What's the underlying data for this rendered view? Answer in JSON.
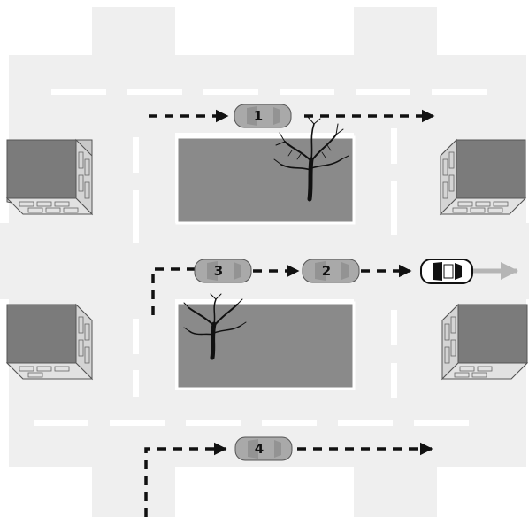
{
  "cars": [
    {
      "label": "1",
      "kind": "grey-car"
    },
    {
      "label": "2",
      "kind": "grey-car"
    },
    {
      "label": "3",
      "kind": "grey-car"
    },
    {
      "label": "4",
      "kind": "grey-car"
    }
  ],
  "ego_car": {
    "kind": "white-car",
    "heading": "right"
  },
  "colors": {
    "road": "#efefef",
    "lane_marking": "#ffffff",
    "block": "#8a8a8a",
    "block_border": "#ffffff",
    "grey_car": "#a9a9a9",
    "white_car": "#ffffff",
    "path_arrow": "#111111",
    "ego_arrow": "#b5b5b5",
    "building_top": "#7b7b7b",
    "building_side": "#c8c8c8"
  },
  "icons": {
    "tree": "bare-tree-icon",
    "building": "building-icon",
    "car": "car-icon",
    "arrow": "arrow-right-icon"
  }
}
